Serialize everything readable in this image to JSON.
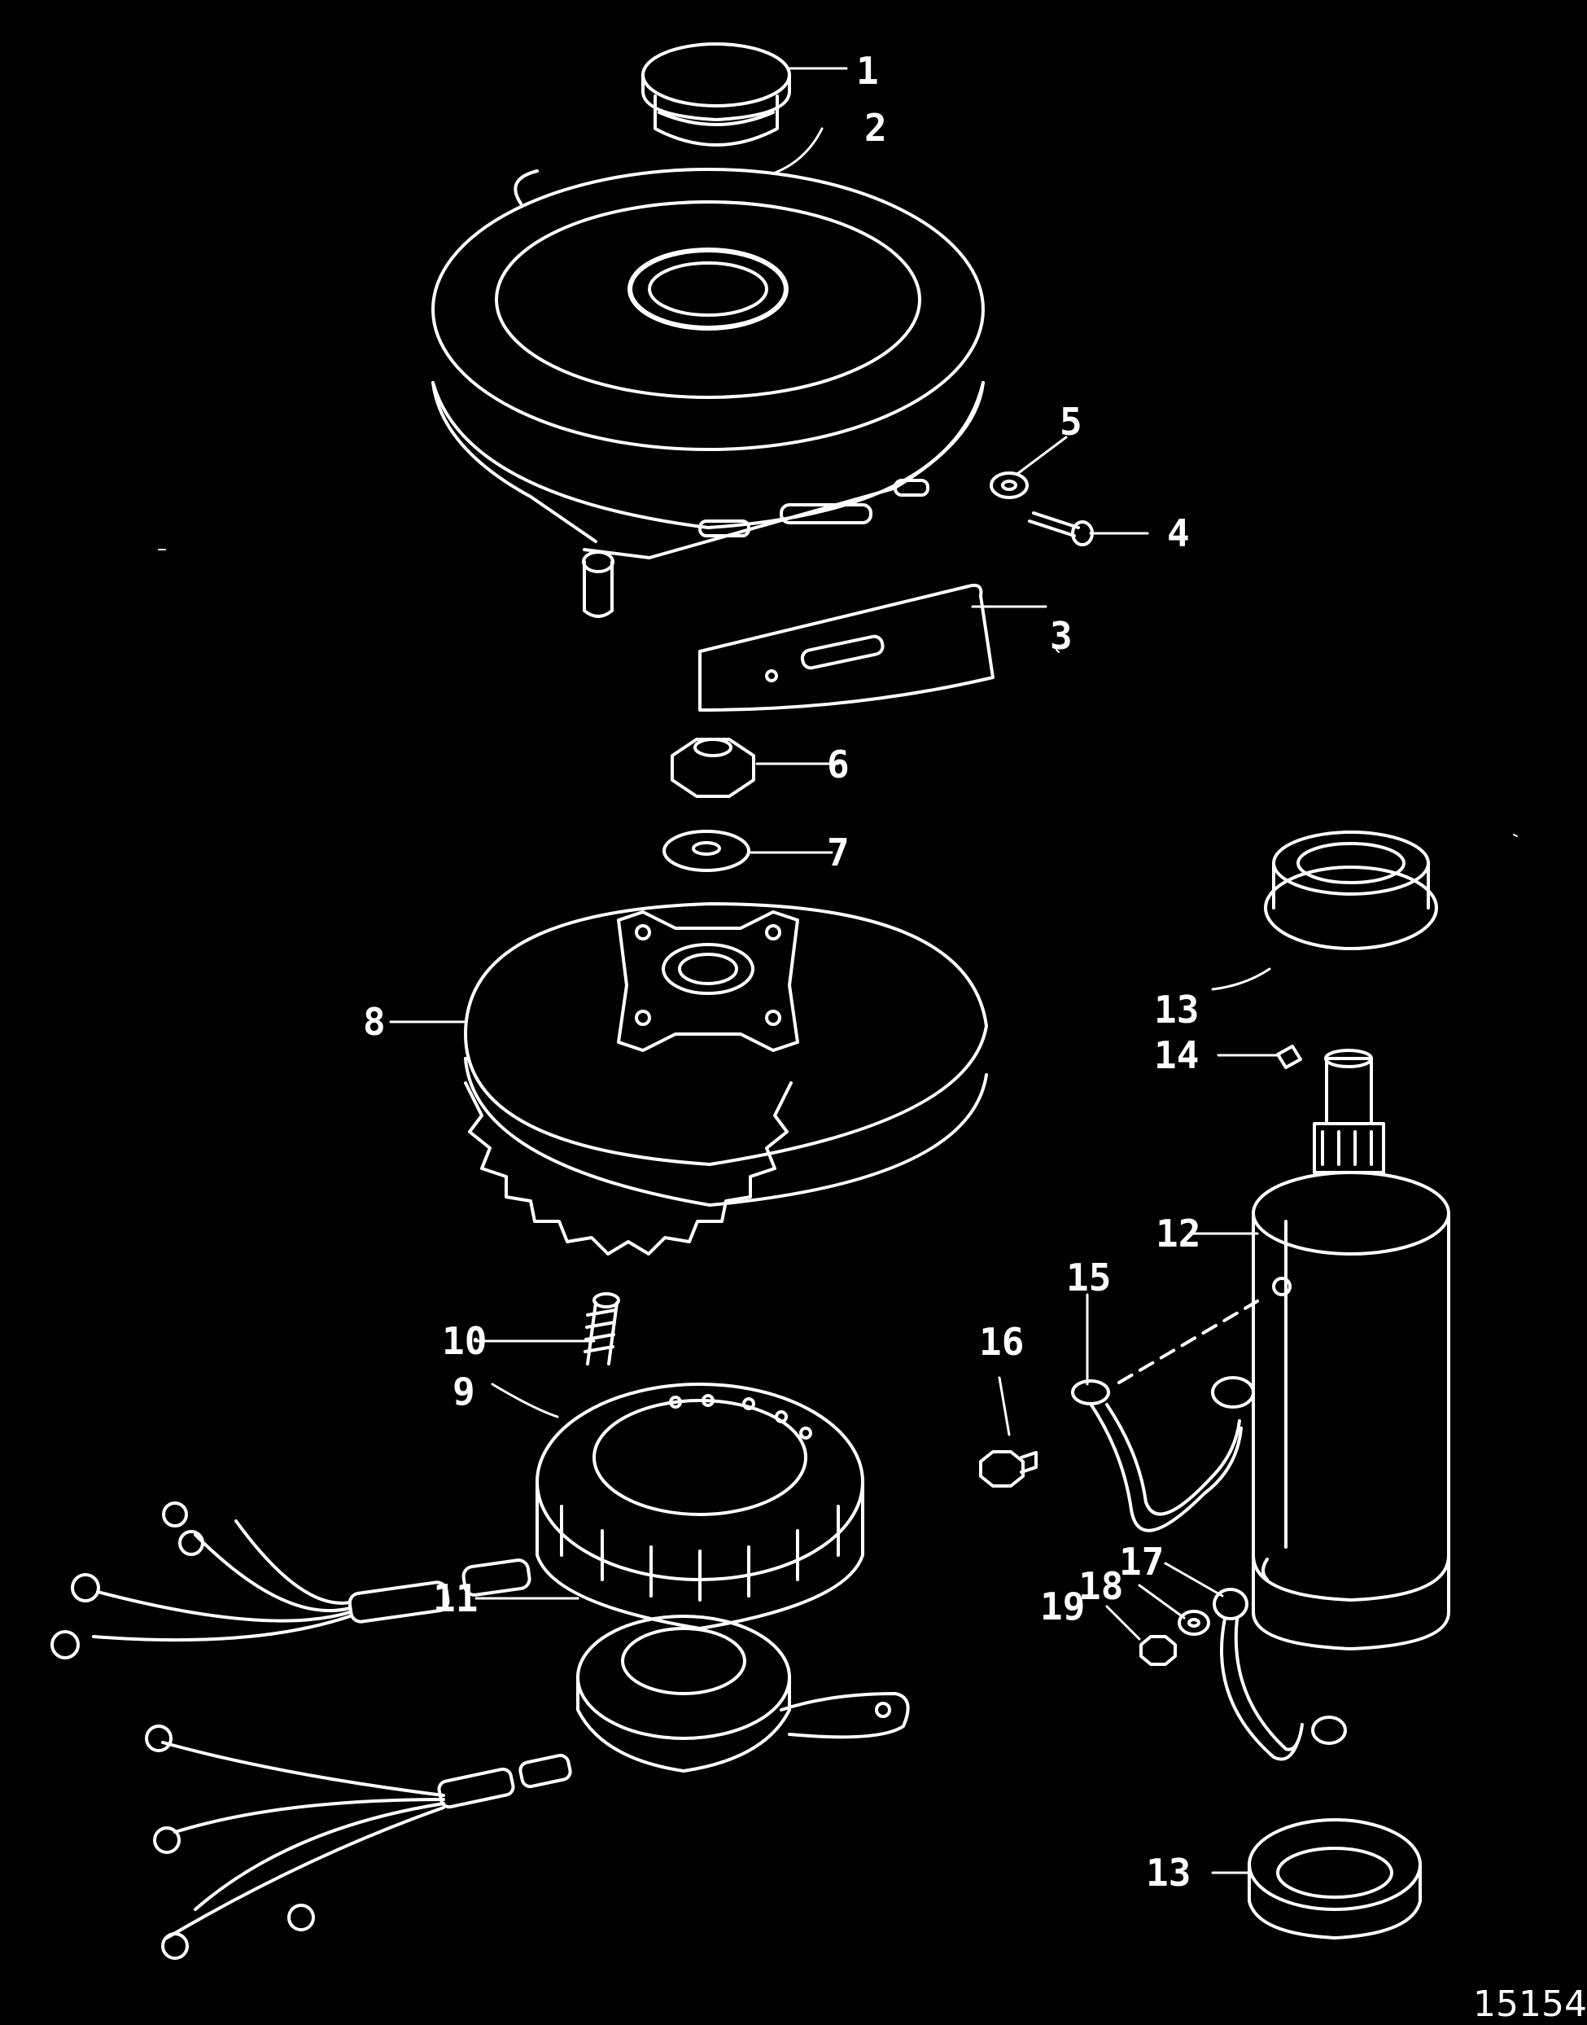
{
  "diagram": {
    "figure_id": "15154",
    "callouts": [
      {
        "id": "c1",
        "label": "1"
      },
      {
        "id": "c2",
        "label": "2"
      },
      {
        "id": "c3",
        "label": "3"
      },
      {
        "id": "c4",
        "label": "4"
      },
      {
        "id": "c5",
        "label": "5"
      },
      {
        "id": "c6",
        "label": "6"
      },
      {
        "id": "c7",
        "label": "7"
      },
      {
        "id": "c8",
        "label": "8"
      },
      {
        "id": "c9",
        "label": "9"
      },
      {
        "id": "c10",
        "label": "10"
      },
      {
        "id": "c11",
        "label": "11"
      },
      {
        "id": "c12",
        "label": "12"
      },
      {
        "id": "c13a",
        "label": "13"
      },
      {
        "id": "c13b",
        "label": "13"
      },
      {
        "id": "c14",
        "label": "14"
      },
      {
        "id": "c15",
        "label": "15"
      },
      {
        "id": "c16",
        "label": "16"
      },
      {
        "id": "c17",
        "label": "17"
      },
      {
        "id": "c18",
        "label": "18"
      },
      {
        "id": "c19",
        "label": "19"
      }
    ]
  }
}
